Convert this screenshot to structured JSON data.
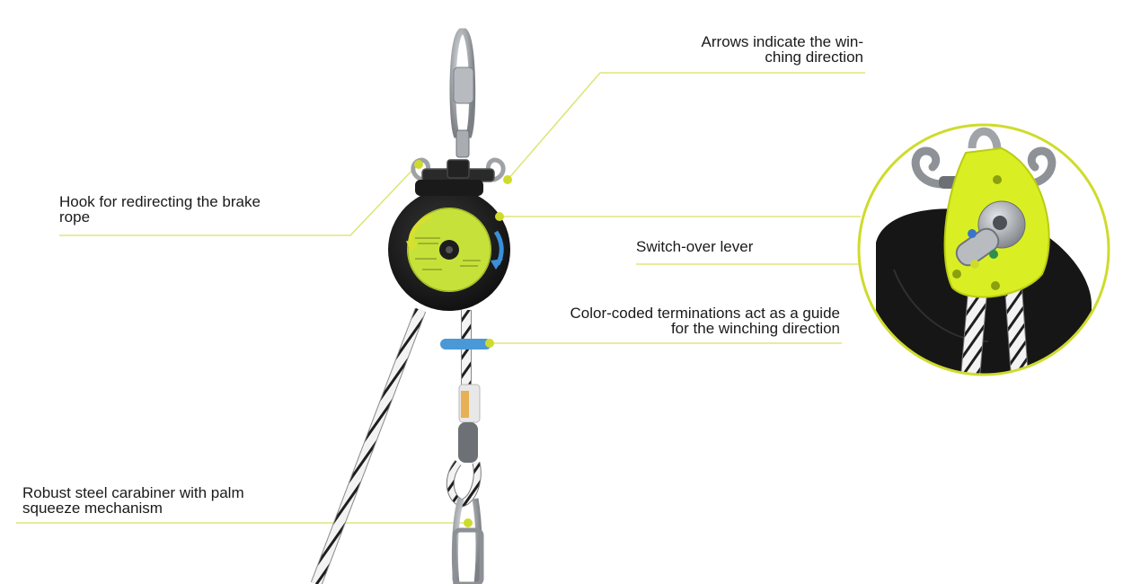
{
  "colors": {
    "accent": "#cfdb2c",
    "leader_line": "#dfe57a",
    "device_body": "#1c1c1c",
    "device_label": "#c6e23a",
    "arrow_yellow": "#d7e02e",
    "arrow_blue": "#3a8fd8",
    "blue_termination": "#4a98d6",
    "rope": "#f2f2f2",
    "rope_stripe": "#1a1a1a",
    "steel": "#a9adb1"
  },
  "callouts": {
    "arrows": {
      "line1": "Arrows indicate the win-",
      "line2": "ching direction"
    },
    "hook": {
      "line1": "Hook for redirecting the brake",
      "line2": "rope"
    },
    "lever": {
      "line1": "Switch-over lever"
    },
    "terminations": {
      "line1": "Color-coded terminations act as a guide",
      "line2": "for the winching direction"
    },
    "carabiner": {
      "line1": "Robust steel carabiner with palm",
      "line2": "squeeze mechanism"
    }
  },
  "icons": {
    "top_carabiner": "carabiner-icon",
    "swivel_hooks": "hook-icon",
    "winch_device": "rescue-device-icon",
    "bottom_carabiner": "carabiner-icon",
    "zoom_inset": "magnified-lever-icon"
  }
}
